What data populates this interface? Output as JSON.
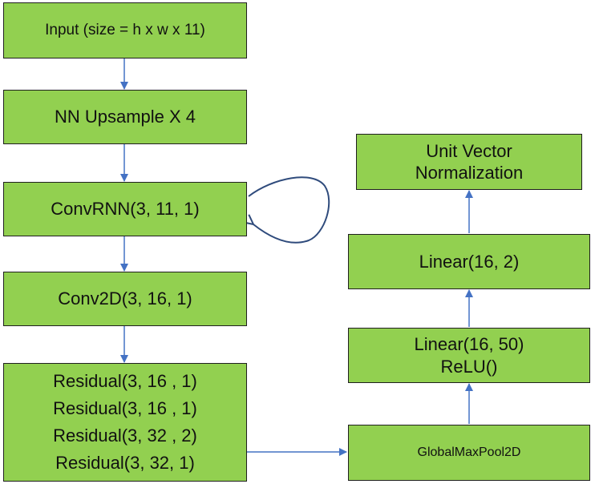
{
  "colors": {
    "box_fill": "#92d050",
    "box_border": "#1f1f1f",
    "arrow": "#4472c4",
    "loop": "#2f4b7c"
  },
  "left_column": {
    "input": "Input (size = h x w x 11)",
    "upsample": "NN Upsample X 4",
    "convrnn": "ConvRNN(3, 11, 1)",
    "conv2d": "Conv2D(3, 16, 1)",
    "residual": [
      "Residual(3, 16 , 1)",
      "Residual(3, 16 , 1)",
      "Residual(3, 32 , 2)",
      "Residual(3, 32, 1)"
    ]
  },
  "right_column": {
    "pool": "GlobalMaxPool2D",
    "linear_50": [
      "Linear(16, 50)",
      "ReLU()"
    ],
    "linear_2": "Linear(16, 2)",
    "norm": [
      "Unit Vector",
      "Normalization"
    ]
  }
}
